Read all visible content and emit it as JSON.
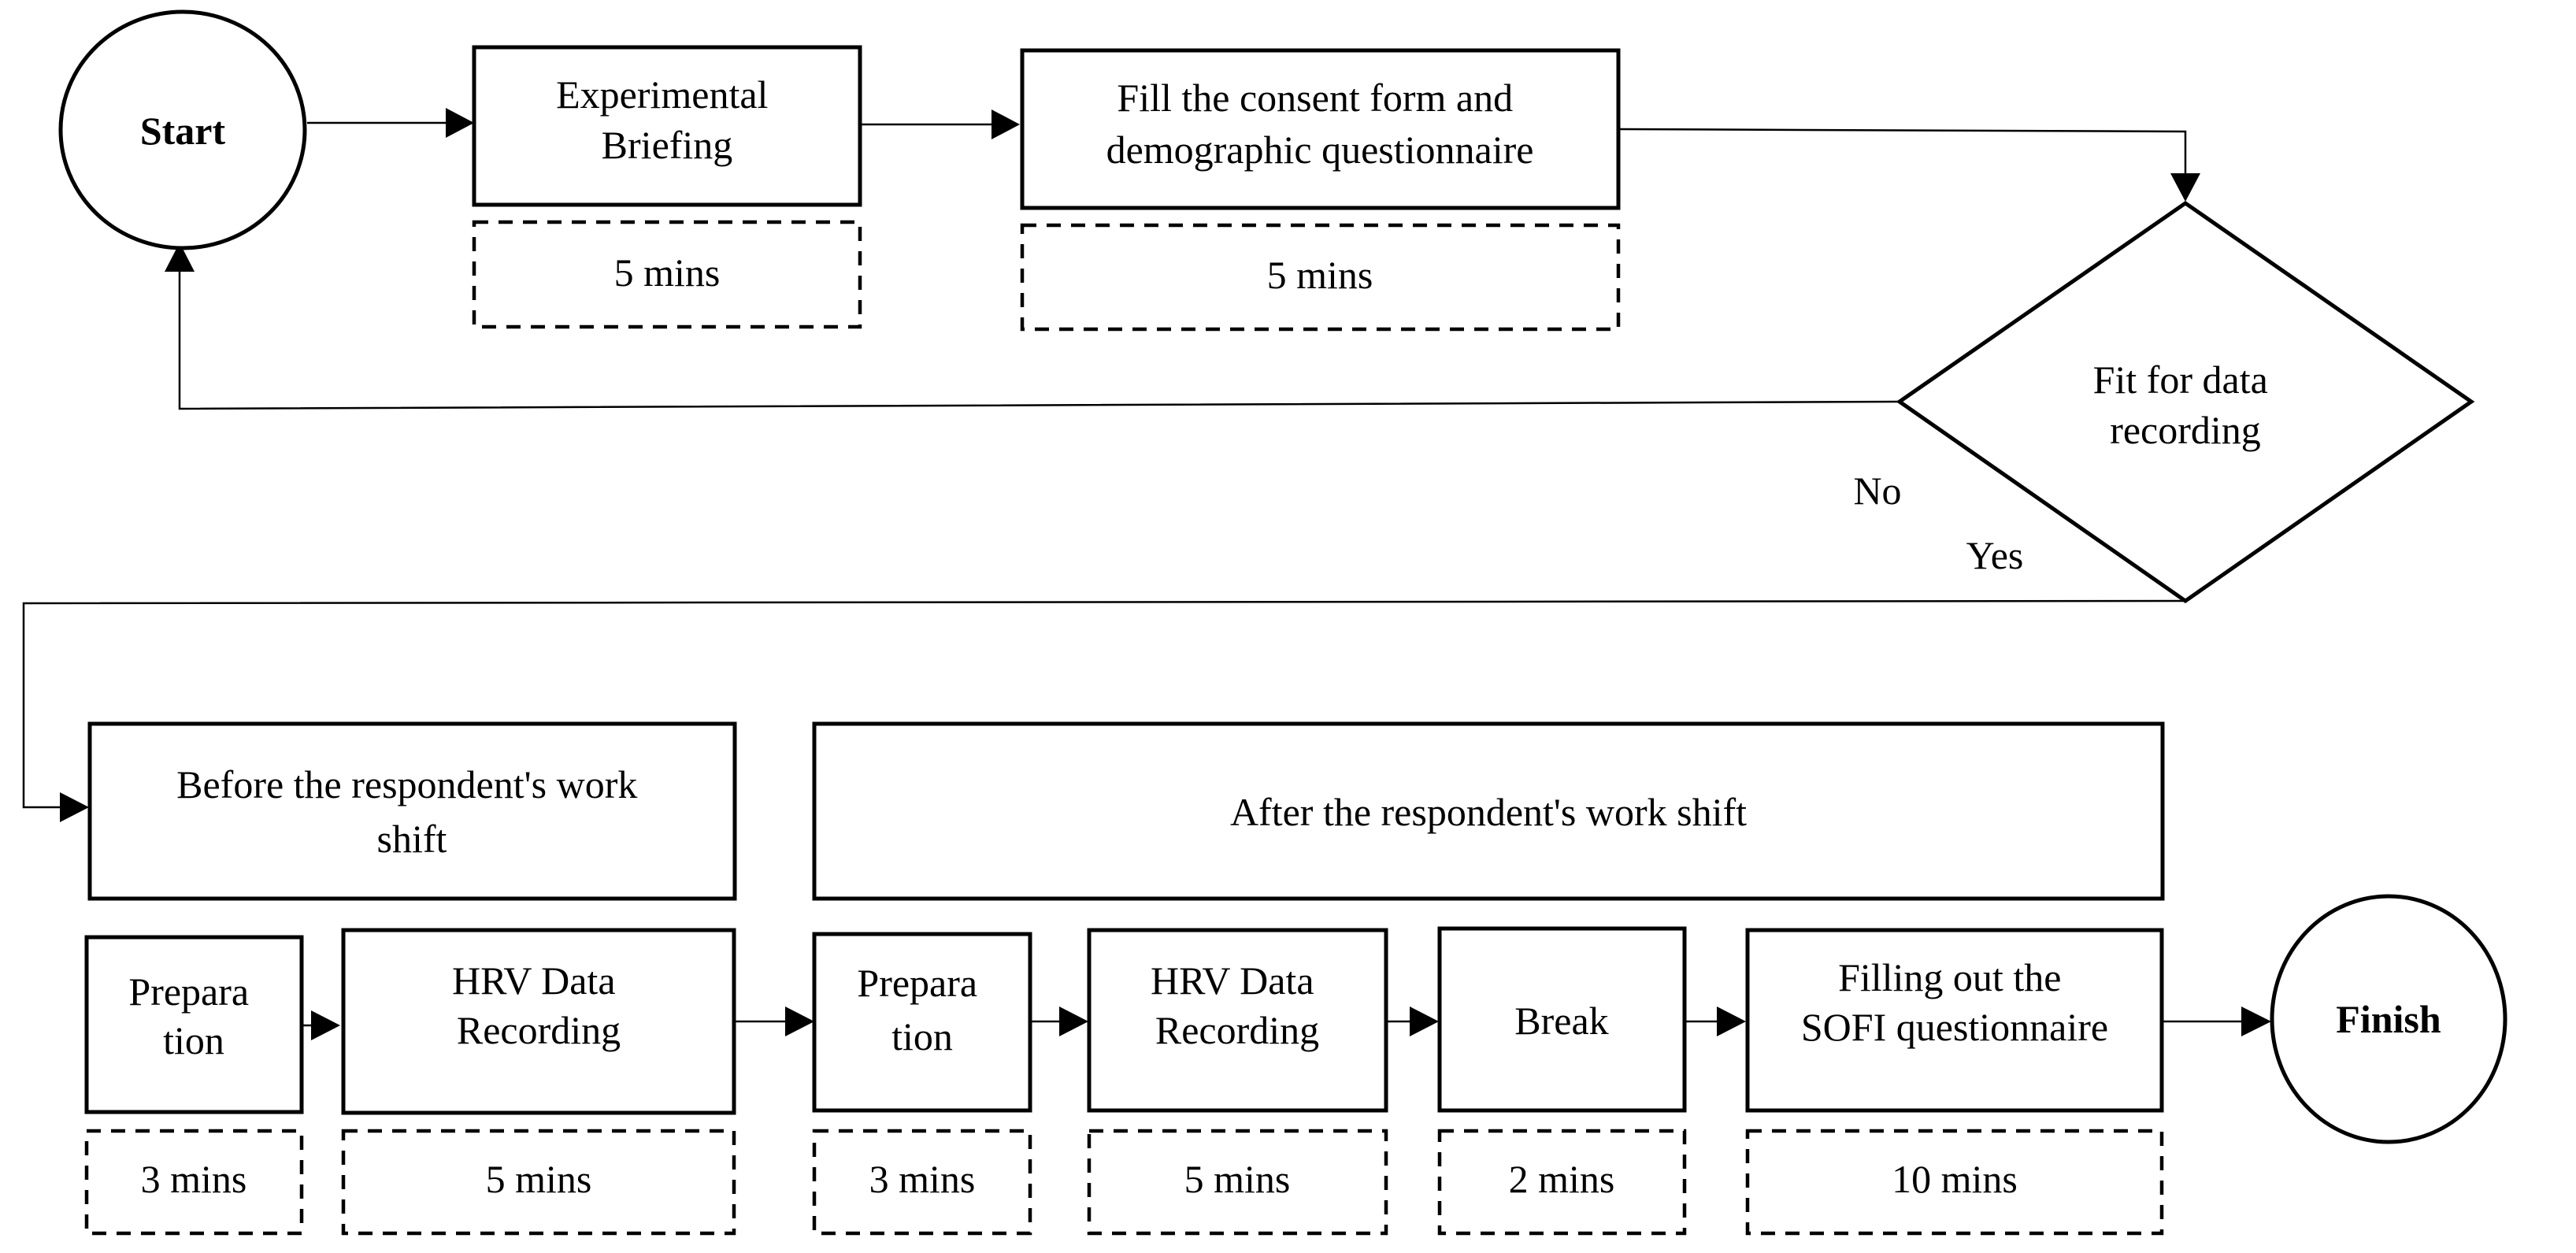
{
  "start": {
    "label": "Start"
  },
  "finish": {
    "label": "Finish"
  },
  "briefing": {
    "lines": [
      "Experimental",
      "Briefing"
    ],
    "duration": "5 mins"
  },
  "consent": {
    "lines": [
      "Fill the consent form and",
      "demographic questionnaire"
    ],
    "duration": "5 mins"
  },
  "decision": {
    "lines": [
      "Fit for data",
      "recording"
    ],
    "no_label": "No",
    "yes_label": "Yes"
  },
  "before_shift": {
    "lines": [
      "Before the respondent's work",
      "shift"
    ],
    "steps": [
      {
        "lines": [
          "Prepara",
          "tion"
        ],
        "duration": "3 mins"
      },
      {
        "lines": [
          "HRV Data",
          "Recording"
        ],
        "duration": "5 mins"
      }
    ]
  },
  "after_shift": {
    "lines": [
      "After the respondent's work shift"
    ],
    "steps": [
      {
        "lines": [
          "Prepara",
          "tion"
        ],
        "duration": "3 mins"
      },
      {
        "lines": [
          "HRV Data",
          "Recording"
        ],
        "duration": "5 mins"
      },
      {
        "lines": [
          "Break"
        ],
        "duration": "2 mins"
      },
      {
        "lines": [
          "Filling out the",
          "SOFI questionnaire"
        ],
        "duration": "10 mins"
      }
    ]
  }
}
